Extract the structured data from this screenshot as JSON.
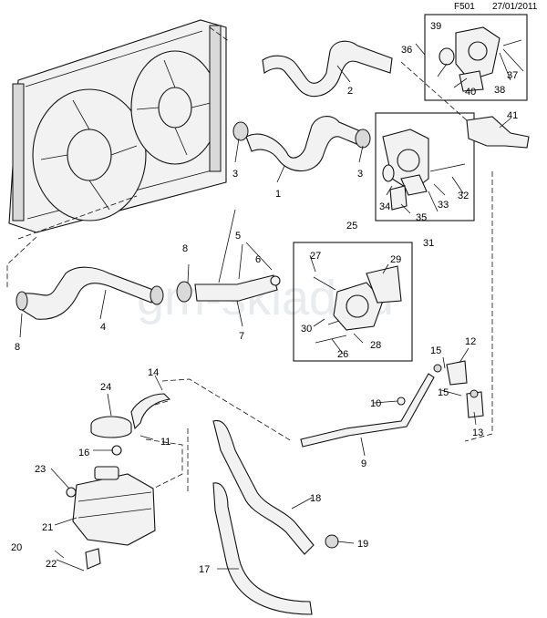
{
  "header": {
    "code": "F501",
    "date": "27/01/2011"
  },
  "watermark": "gm-sklad.ru",
  "callouts": {
    "c1": "1",
    "c2": "2",
    "c3a": "3",
    "c3b": "3",
    "c4": "4",
    "c5": "5",
    "c6": "6",
    "c7": "7",
    "c8a": "8",
    "c8b": "8",
    "c9": "9",
    "c10": "10",
    "c11": "11",
    "c12": "12",
    "c13": "13",
    "c14": "14",
    "c15a": "15",
    "c15b": "15",
    "c16": "16",
    "c17": "17",
    "c18": "18",
    "c19": "19",
    "c20": "20",
    "c21": "21",
    "c22": "22",
    "c23": "23",
    "c24": "24",
    "c25": "25",
    "c26": "26",
    "c27": "27",
    "c28": "28",
    "c29": "29",
    "c30": "30",
    "c31": "31",
    "c32": "32",
    "c33": "33",
    "c34": "34",
    "c35": "35",
    "c36": "36",
    "c37": "37",
    "c38": "38",
    "c39": "39",
    "c40": "40",
    "c41": "41"
  }
}
